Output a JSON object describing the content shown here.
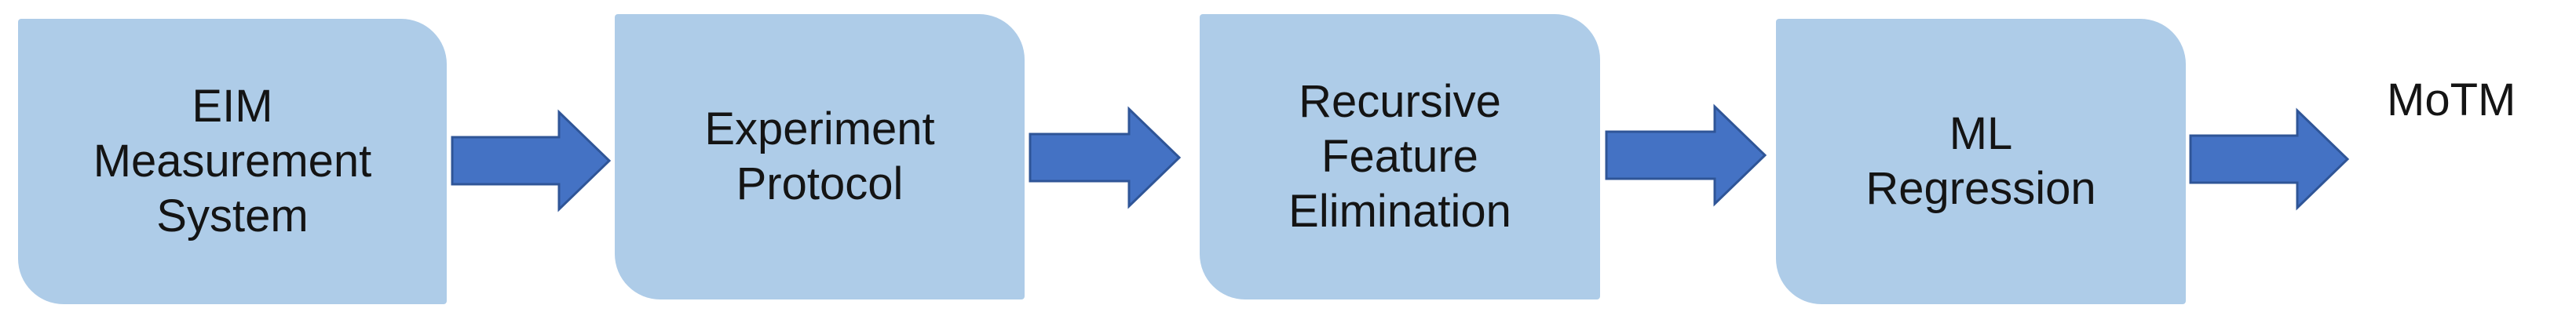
{
  "steps": [
    {
      "label": "EIM\nMeasurement\nSystem"
    },
    {
      "label": "Experiment\nProtocol"
    },
    {
      "label": "Recursive\nFeature\nElimination"
    },
    {
      "label": "ML\nRegression"
    }
  ],
  "output_label": "MoTM",
  "colors": {
    "box_fill": "#aecce8",
    "arrow_fill": "#4472c4",
    "arrow_stroke": "#2f5597",
    "text": "#141414"
  }
}
